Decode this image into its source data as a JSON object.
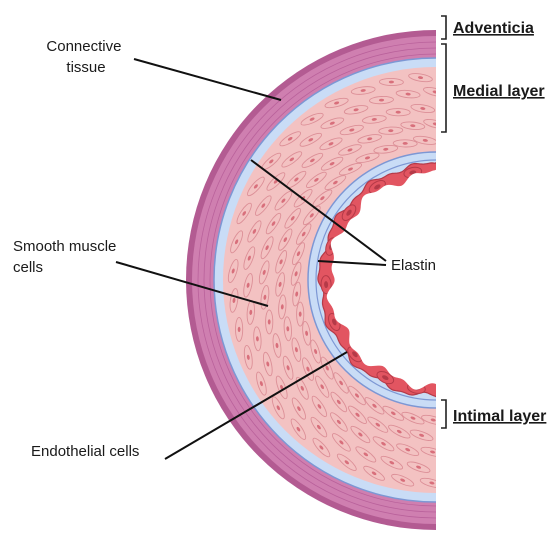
{
  "labels": {
    "connective": [
      "Connective",
      "tissue"
    ],
    "smooth_muscle": [
      "Smooth muscle",
      "cells"
    ],
    "elastin": "Elastin",
    "endothelial": "Endothelial cells"
  },
  "layers": {
    "adventicia": "Adventicia",
    "medial": "Medial layer",
    "intimal": "Intimal layer"
  },
  "colors": {
    "adventicia_outer": "#b35b92",
    "adventicia": "#cf7fb0",
    "elastic_lamina": "#c9dcf6",
    "elastic_edge": "#7d97d4",
    "media": "#f3c2c2",
    "muscle_cell": "#dc8f97",
    "nucleus": "#d86f7b",
    "intima": "#e25561",
    "intima_dark": "#b53a48"
  }
}
